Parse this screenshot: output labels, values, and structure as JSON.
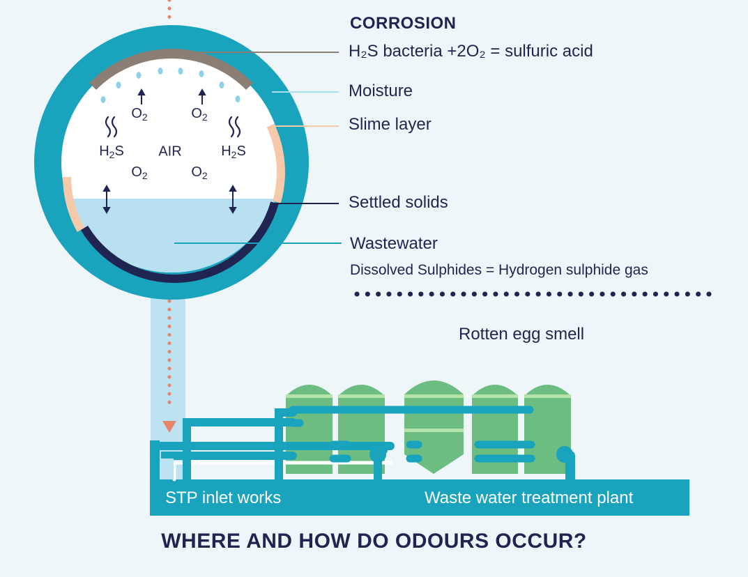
{
  "labels": {
    "corrosion": "CORROSION",
    "reaction": "H₂S bacteria +2O₂ = sulfuric acid",
    "moisture": "Moisture",
    "slime": "Slime layer",
    "settled": "Settled solids",
    "wastewater": "Wastewater",
    "sulphides": "Dissolved Sulphides = Hydrogen sulphide gas",
    "smell": "Rotten egg smell"
  },
  "pipe": {
    "h2s_base": "H",
    "h2s_sub": "2",
    "h2s_tail": "S",
    "o2_base": "O",
    "o2_sub": "2",
    "air": "AIR"
  },
  "plant": {
    "inlet": "STP inlet works",
    "wwtp": "Waste water treatment plant"
  },
  "title": "WHERE AND HOW DO ODOURS OCCUR?",
  "colors": {
    "background": "#eef6fa",
    "pipe_wall": "#1aa3bd",
    "water": "#b9e0f0",
    "slime": "#f7c9ab",
    "solids": "#1f2550",
    "corrosion": "#8b7e74",
    "tanks": "#6dbd82",
    "arrow": "#e8846a",
    "text": "#1f2550"
  }
}
